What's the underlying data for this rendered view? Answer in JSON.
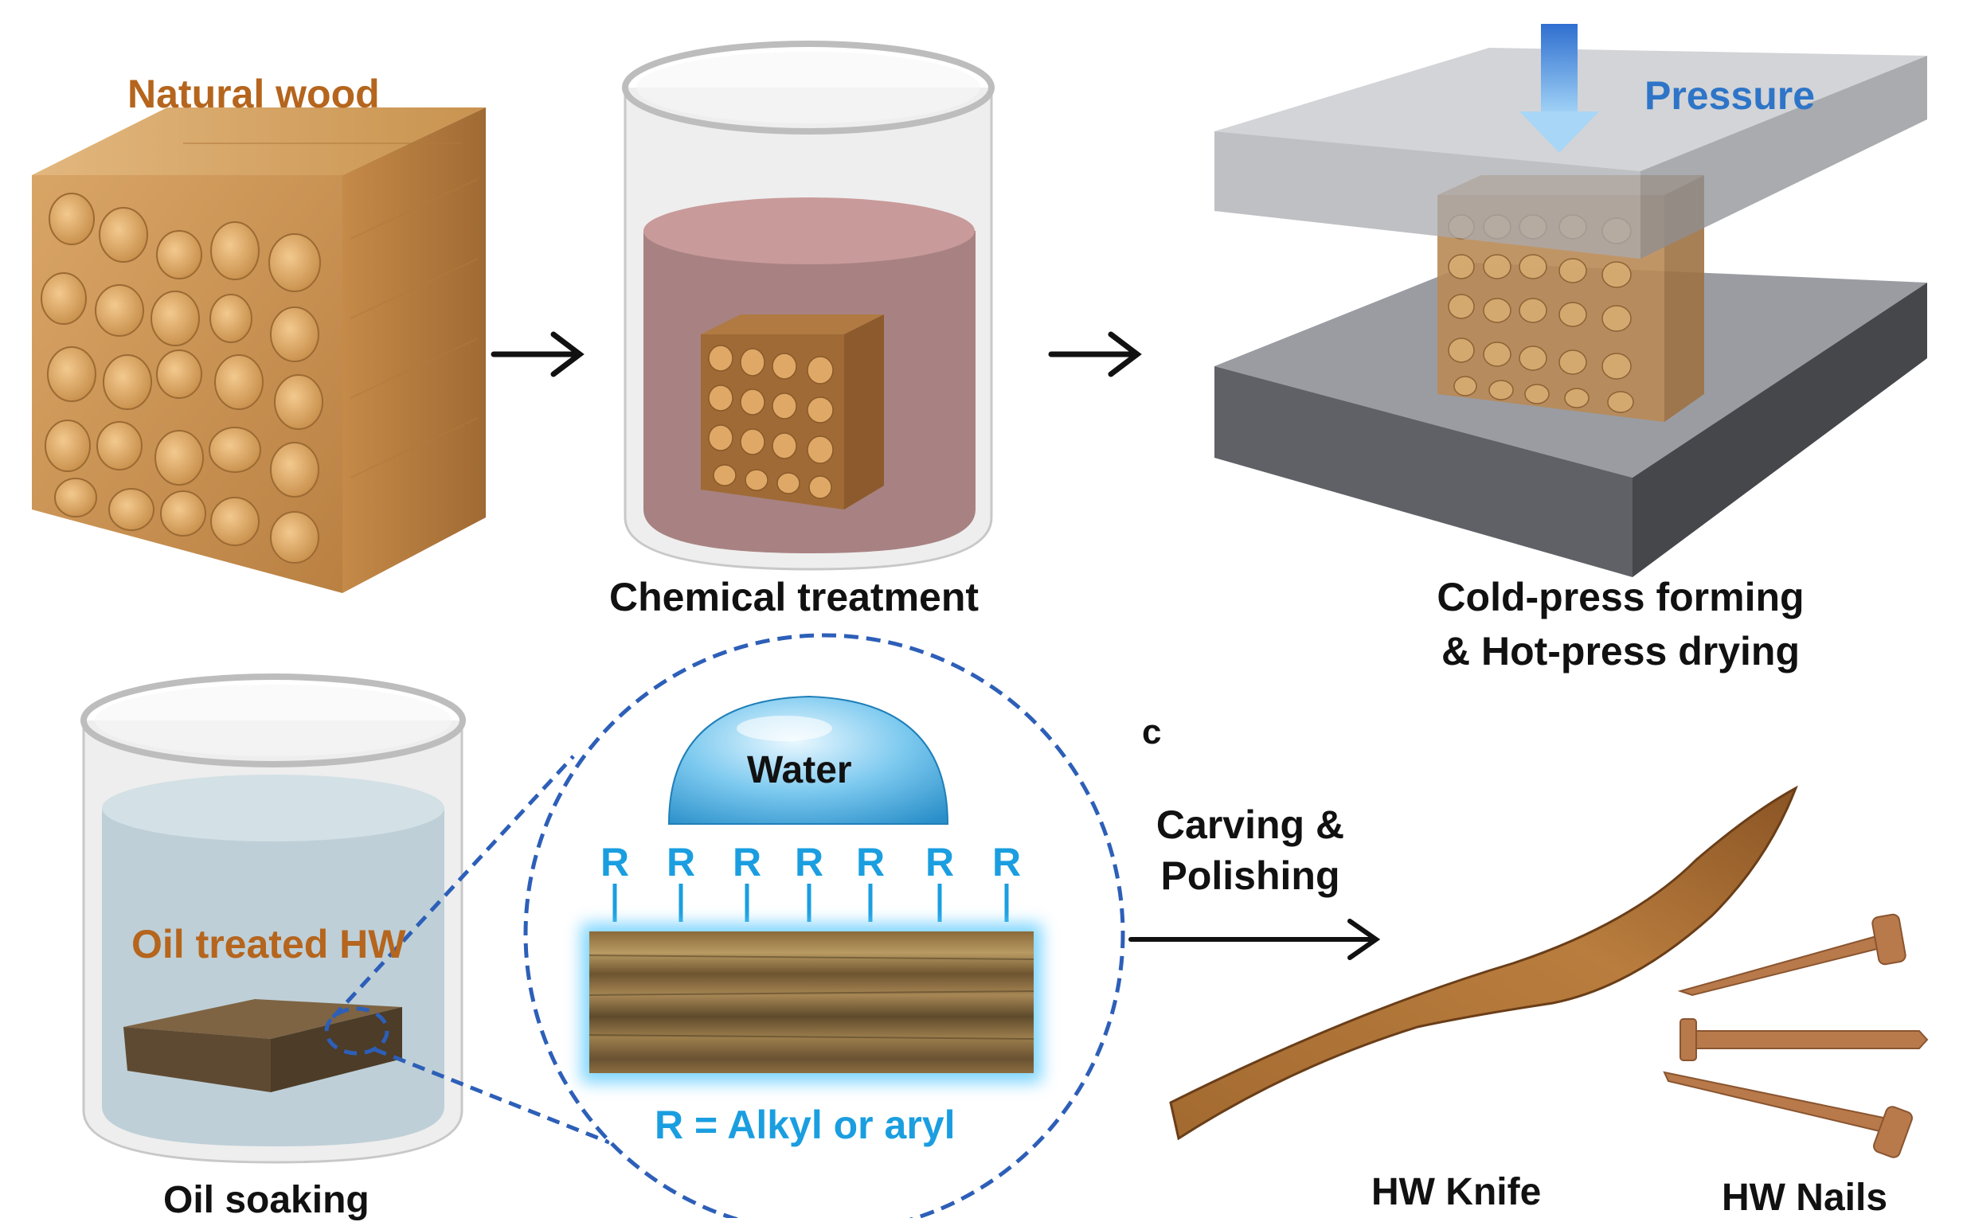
{
  "labels": {
    "natural_wood": "Natural wood",
    "chemical_treatment": "Chemical treatment",
    "pressure": "Pressure",
    "cold_press_line1": "Cold-press forming",
    "cold_press_line2": "& Hot-press drying",
    "oil_treated_hw": "Oil treated HW",
    "oil_soaking": "Oil soaking",
    "water": "Water",
    "r_group": "R",
    "r_definition": "R = Alkyl or aryl",
    "panel_c": "c",
    "carving_line1": "Carving &",
    "carving_line2": "Polishing",
    "hw_knife": "HW Knife",
    "hw_nails": "HW Nails"
  },
  "colors": {
    "wood_label": "#b5651d",
    "pressure_label": "#2e75c8",
    "r_group": "#1a9ee0",
    "dashed_circle": "#2d5fb8",
    "wood_light": "#d9a05b",
    "wood_dark": "#8a5a2b",
    "press_plate": "#5f6166",
    "beaker_liquid_pink": "#9b6e6e",
    "beaker_liquid_blue": "#b8cbd4"
  }
}
